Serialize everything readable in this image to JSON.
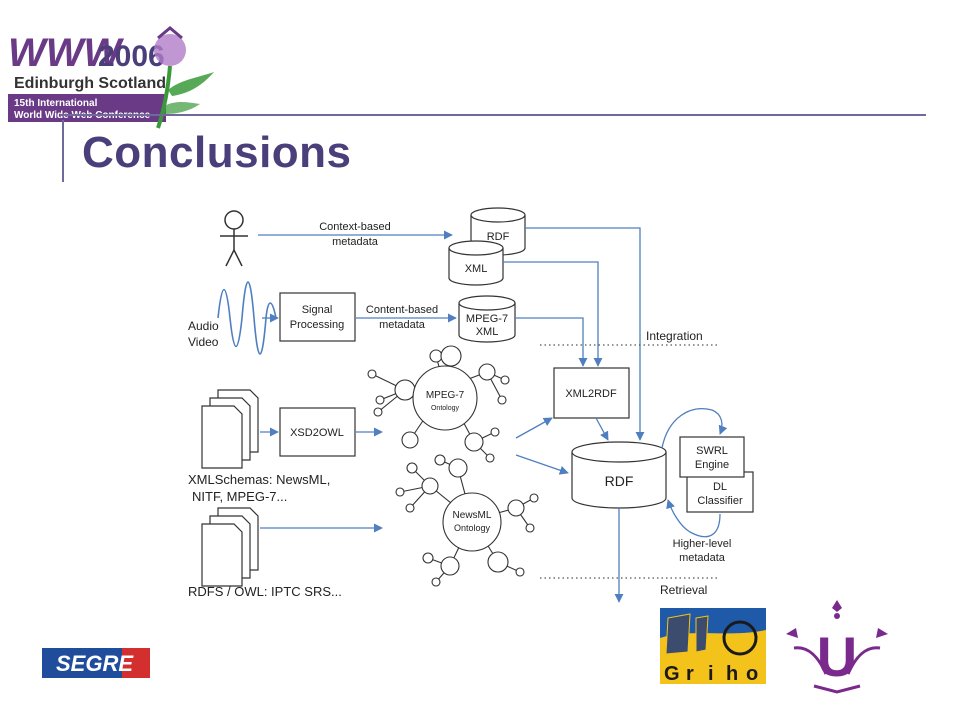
{
  "slide": {
    "title": "Conclusions",
    "conference": {
      "www": "WWW",
      "year": "2006",
      "city": "Edinburgh Scotland",
      "line1": "15th International",
      "line2": "World Wide Web Conference"
    },
    "logos": {
      "segre": "SEGRE",
      "griho_letters": [
        "G",
        "r",
        "i",
        "h",
        "o"
      ],
      "udl": "U"
    }
  },
  "diagram": {
    "context_label": [
      "Context-based",
      "metadata"
    ],
    "content_label": [
      "Content-based",
      "metadata"
    ],
    "audio_label": [
      "Audio",
      "Video"
    ],
    "signal_processing": [
      "Signal",
      "Processing"
    ],
    "stores": {
      "rdf_top": "RDF",
      "xml": "XML",
      "mpeg7_xml": [
        "MPEG-7",
        "XML"
      ],
      "rdf_main": "RDF"
    },
    "xsd2owl": "XSD2OWL",
    "xml2rdf": "XML2RDF",
    "integration": "Integration",
    "retrieval": "Retrieval",
    "schemas_label": [
      "XMLSchemas: NewsML,",
      "NITF, MPEG-7..."
    ],
    "rdfs_label": "RDFS / OWL: IPTC SRS...",
    "mpeg7_ontology": [
      "MPEG-7",
      "Ontology"
    ],
    "newsml_ontology": [
      "NewsML",
      "Ontology"
    ],
    "swrl_engine": [
      "SWRL",
      "Engine"
    ],
    "dl_classifier": [
      "DL",
      "Classifier"
    ],
    "higher_level": [
      "Higher-level",
      "metadata"
    ],
    "colors": {
      "arrow": "#4f7fc0",
      "title": "#4a3f7a",
      "www_purple": "#6a3a86",
      "thistle_green": "#3a9a3a"
    }
  }
}
